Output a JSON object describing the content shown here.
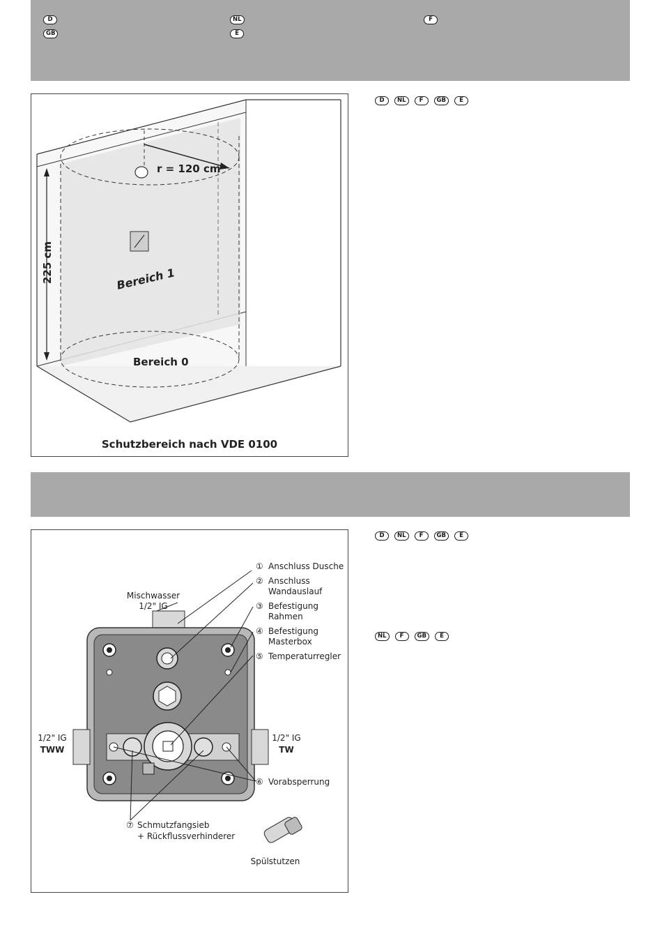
{
  "top_band": {
    "badges_col1": [
      "D",
      "GB"
    ],
    "badges_col2": [
      "NL",
      "E"
    ],
    "badges_col3": [
      "F"
    ]
  },
  "section1": {
    "badges": [
      "D",
      "NL",
      "F",
      "GB",
      "E"
    ],
    "figure": {
      "radius_label": "r = 120 cm",
      "height_label": "225 cm",
      "zone1_label": "Bereich 1",
      "zone0_label": "Bereich 0",
      "caption": "Schutzbereich nach VDE 0100"
    }
  },
  "section2": {
    "badges_a": [
      "D",
      "NL",
      "F",
      "GB",
      "E"
    ],
    "badges_b": [
      "NL",
      "F",
      "GB",
      "E"
    ],
    "figure": {
      "mix_label_1": "Mischwasser",
      "mix_label_2": "1/2\" IG",
      "left_label_1": "1/2\" IG",
      "left_label_2": "TWW",
      "right_label_1": "1/2\" IG",
      "right_label_2": "TW",
      "callouts": [
        {
          "num": "①",
          "lines": [
            "Anschluss Dusche"
          ]
        },
        {
          "num": "②",
          "lines": [
            "Anschluss",
            "Wandauslauf"
          ]
        },
        {
          "num": "③",
          "lines": [
            "Befestigung",
            "Rahmen"
          ]
        },
        {
          "num": "④",
          "lines": [
            "Befestigung",
            "Masterbox"
          ]
        },
        {
          "num": "⑤",
          "lines": [
            "Temperaturregler"
          ]
        },
        {
          "num": "⑥",
          "lines": [
            "Vorabsperrung"
          ]
        }
      ],
      "strainer_num": "⑦",
      "strainer_line1": "Schmutzfangsieb",
      "strainer_line2": "+ Rückflussverhinderer",
      "flush_label": "Spülstutzen"
    }
  }
}
